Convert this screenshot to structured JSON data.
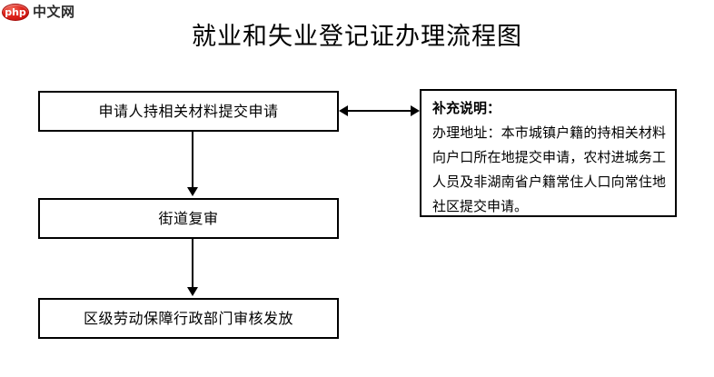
{
  "watermark": {
    "badge_text": "php",
    "wordmark": "中文网",
    "badge_color": "#e0241b"
  },
  "page": {
    "title": "就业和失业登记证办理流程图",
    "background_color": "#ffffff",
    "line_color": "#000000"
  },
  "flowchart": {
    "type": "flowchart",
    "orientation": "vertical",
    "nodes": [
      {
        "id": "apply",
        "label": "申请人持相关材料提交申请"
      },
      {
        "id": "review",
        "label": "街道复审"
      },
      {
        "id": "issue",
        "label": "区级劳动保障行政部门审核发放"
      }
    ],
    "connectors": [
      {
        "from": "apply",
        "to": "review",
        "direction": "down",
        "arrowheads": 1
      },
      {
        "from": "review",
        "to": "issue",
        "direction": "down",
        "arrowheads": 1
      },
      {
        "from": "apply",
        "to": "note",
        "direction": "horizontal",
        "arrowheads": 2
      }
    ]
  },
  "note": {
    "title": "补充说明：",
    "body": "办理地址：本市城镇户籍的持相关材料向户口所在地提交申请，农村进城务工人员及非湖南省户籍常住人口向常住地社区提交申请。"
  }
}
